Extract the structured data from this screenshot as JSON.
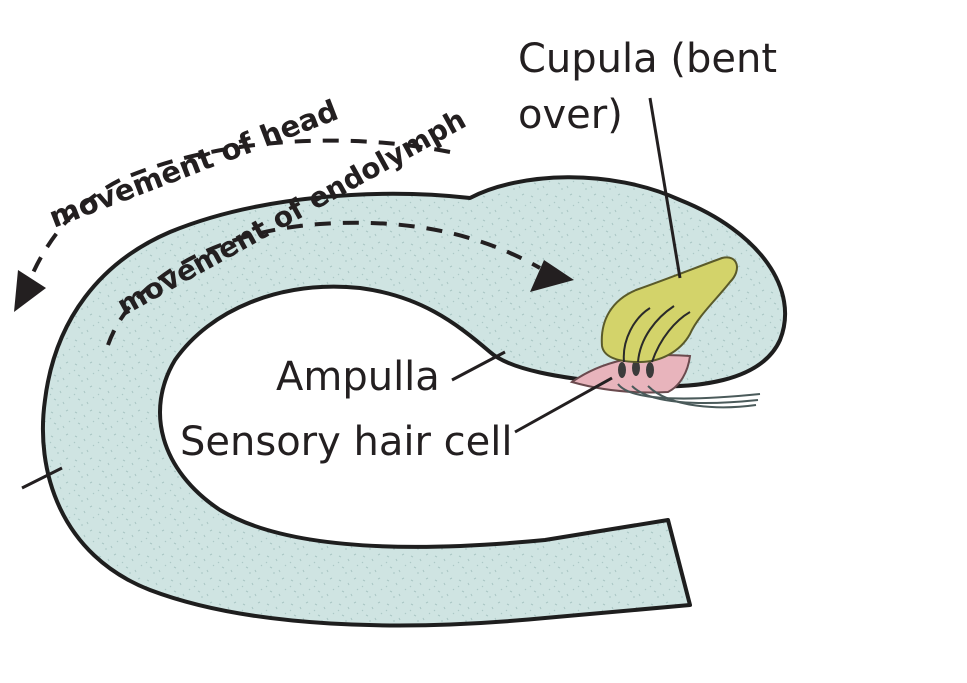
{
  "labels": {
    "cupula_line1": "Cupula (bent",
    "cupula_line2": "over)",
    "ampulla": "Ampulla",
    "hair_cell": "Sensory hair cell",
    "head": "movement of head",
    "endolymph": "movement of endolymph"
  },
  "colors": {
    "canal_fill": "#cfe4e2",
    "canal_stroke": "#1e1e1e",
    "cupula_fill": "#d3d36a",
    "hair_cell_fill": "#e8b4bc",
    "text": "#231f20"
  }
}
